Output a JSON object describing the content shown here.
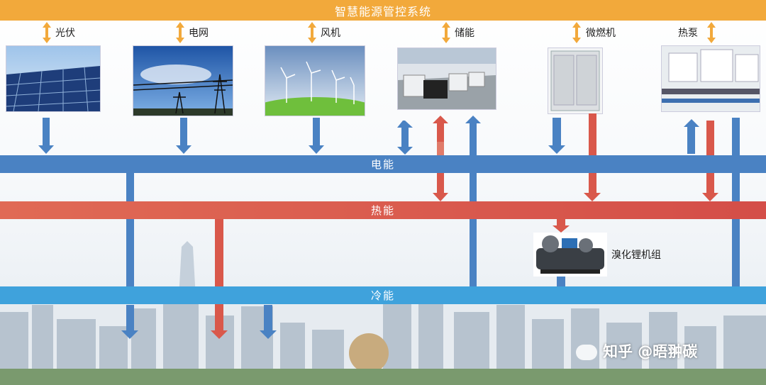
{
  "header": {
    "title": "智慧能源管控系统"
  },
  "sources": [
    {
      "label": "光伏"
    },
    {
      "label": "电网"
    },
    {
      "label": "风机"
    },
    {
      "label": "储能"
    },
    {
      "label": "微燃机"
    },
    {
      "label": "热泵"
    }
  ],
  "bands": {
    "electric": "电能",
    "heat": "热能",
    "cold": "冷能"
  },
  "chiller": {
    "label": "溴化锂机组"
  },
  "watermark": {
    "text": "知乎 @晤翀碳"
  },
  "colors": {
    "header": "#f2a93b",
    "electric": "#4a82c3",
    "heat": "#d9584b",
    "cold": "#3fa2dc"
  }
}
